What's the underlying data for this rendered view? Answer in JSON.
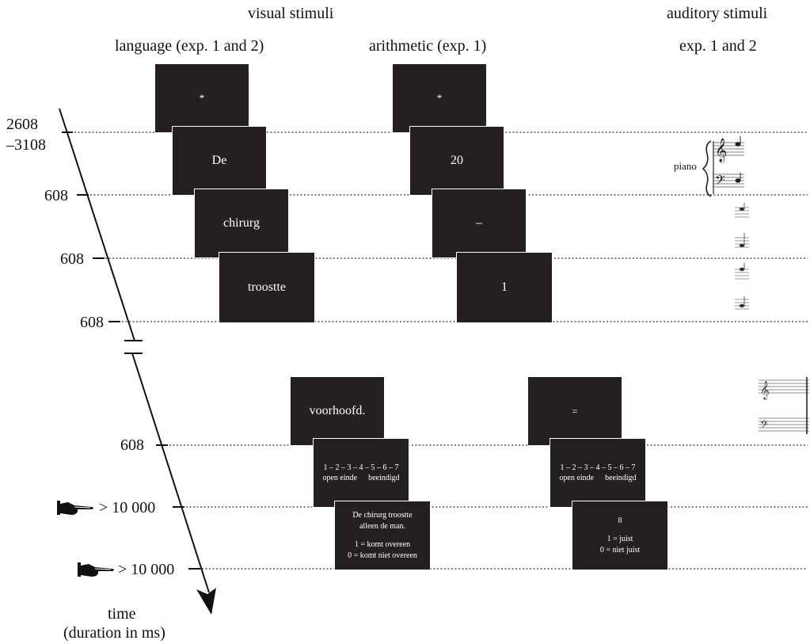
{
  "headers": {
    "visual": "visual stimuli",
    "auditory": "auditory stimuli",
    "language": "language (exp. 1 and 2)",
    "arithmetic": "arithmetic (exp. 1)",
    "auditory_exp": "exp. 1 and 2"
  },
  "timeline": {
    "labels": [
      "2608",
      "–3108",
      "608",
      "608",
      "608",
      "608",
      "> 10 000",
      "> 10 000"
    ],
    "axis_label": "time",
    "axis_sublabel": "(duration in ms)"
  },
  "language_cards": {
    "c1": "*",
    "c2": "De",
    "c3": "chirurg",
    "c4": "troostte",
    "c5": "voorhoofd.",
    "scale": "1 – 2 – 3 – 4 – 5 – 6 – 7",
    "scale_left": "open einde",
    "scale_right": "beeindigd",
    "question_l1": "De chirurg troostte",
    "question_l2": "alleen de man.",
    "answer_1": "1 = komt overeen",
    "answer_0": "0 = komt niet overeen"
  },
  "arithmetic_cards": {
    "c1": "*",
    "c2": "20",
    "c3": "–",
    "c4": "1",
    "c5": "=",
    "scale": "1 – 2 – 3 – 4 – 5 – 6 – 7",
    "scale_left": "open einde",
    "scale_right": "beeindigd",
    "result": "8",
    "answer_1": "1 = juist",
    "answer_0": "0 = niet juist"
  },
  "auditory": {
    "instrument": "piano"
  },
  "icons": [
    "hand-pointer-icon",
    "treble-clef-icon",
    "bass-clef-icon",
    "music-note-icon"
  ]
}
